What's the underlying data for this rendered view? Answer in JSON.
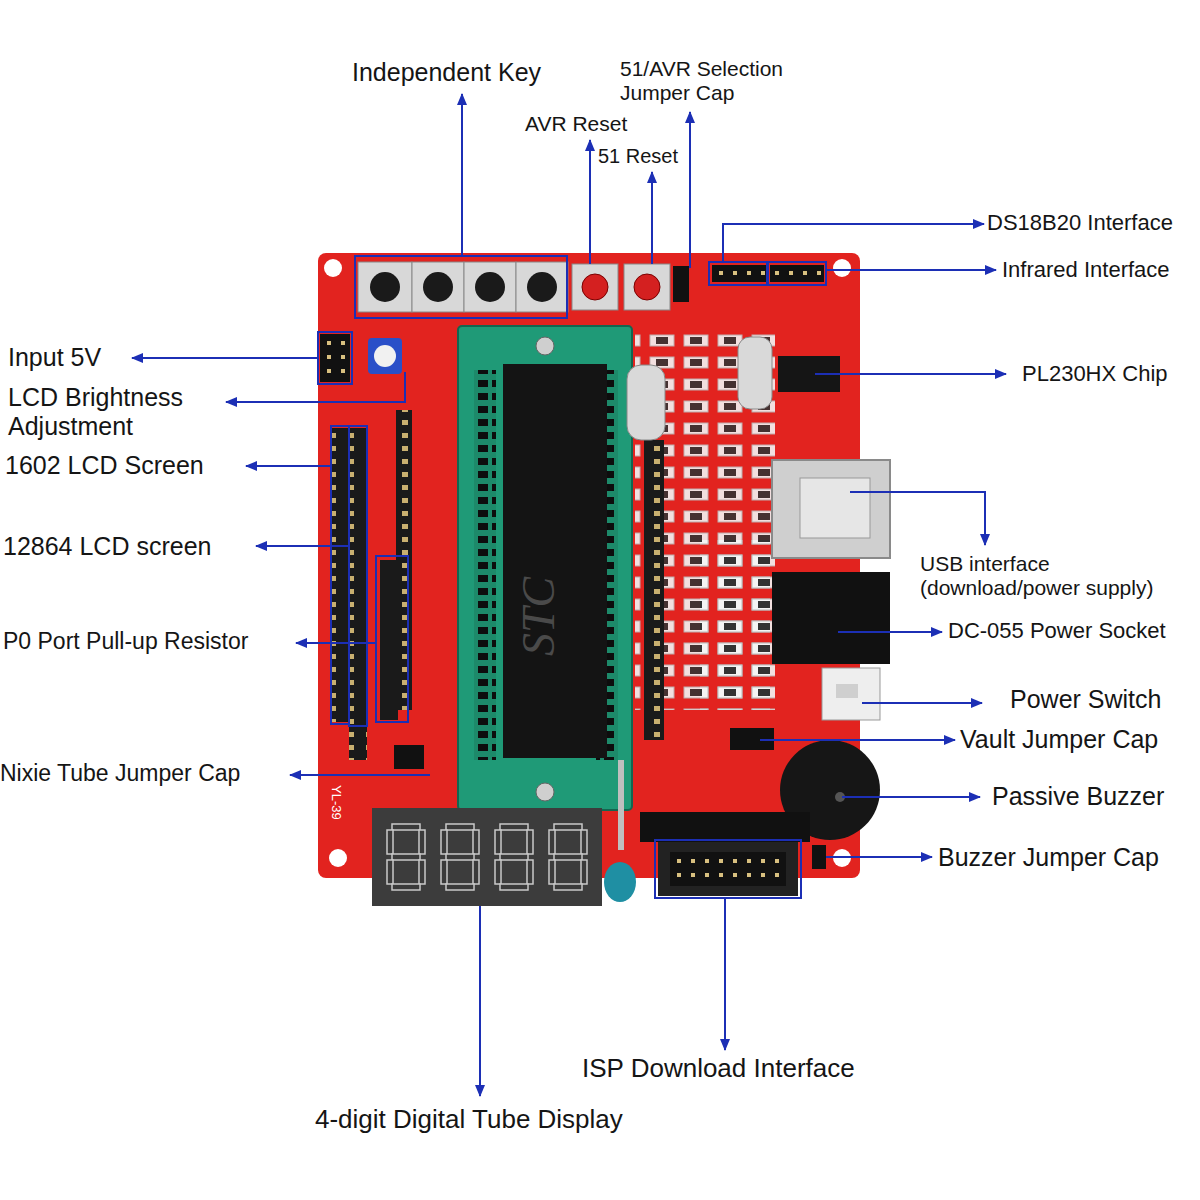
{
  "diagram": {
    "labels": [
      "Independent Key",
      "51/AVR Selection Jumper Cap",
      "AVR Reset",
      "51 Reset",
      "DS18B20 Interface",
      "Infrared Interface",
      "Input 5V",
      "PL230HX Chip",
      "LCD Brightness Adjustment",
      "1602 LCD Screen",
      "12864 LCD screen",
      "USB interface (download/power supply)",
      "P0 Port Pull-up Resistor",
      "DC-055 Power Socket",
      "Power Switch",
      "Vault Jumper Cap",
      "Nixie Tube Jumper Cap",
      "Passive Buzzer",
      "Buzzer Jumper Cap",
      "ISP Download Interface",
      "4-digit Digital Tube Display",
      "STC",
      "YL-39"
    ]
  }
}
